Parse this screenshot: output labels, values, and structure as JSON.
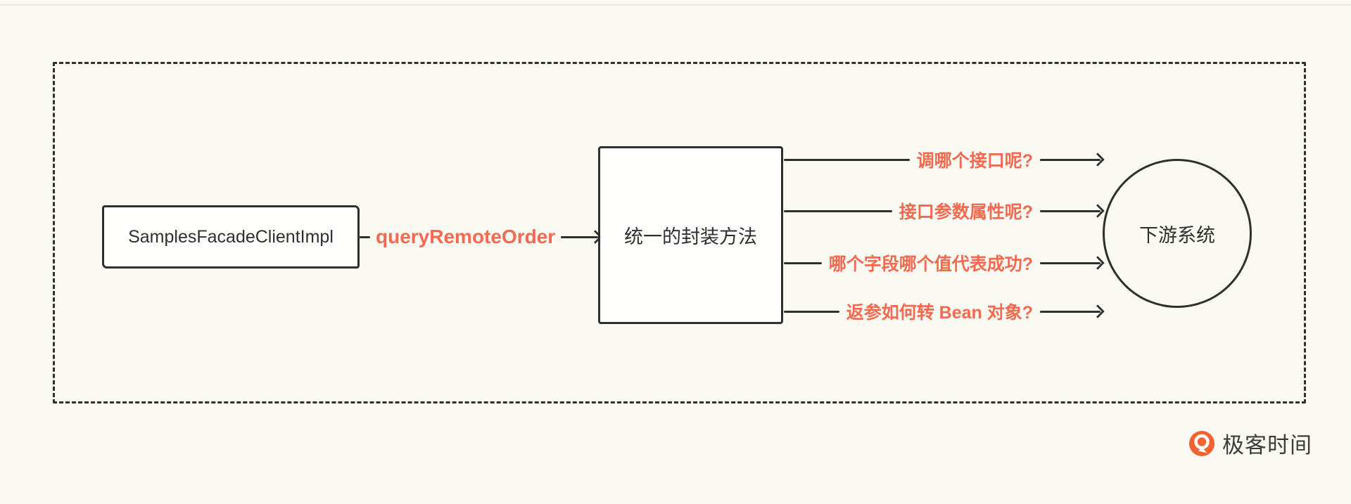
{
  "diagram": {
    "client_box_label": "SamplesFacadeClientImpl",
    "call_label": "queryRemoteOrder",
    "wrapper_box_label": "统一的封装方法",
    "questions": [
      "调哪个接口呢?",
      "接口参数属性呢?",
      "哪个字段哪个值代表成功?",
      "返参如何转 Bean 对象?"
    ],
    "downstream_label": "下游系统"
  },
  "branding": {
    "logo_text": "极客时间"
  },
  "colors": {
    "accent": "#f4694f",
    "stroke": "#2f2f2f",
    "background": "#fbfaf2",
    "logo_orange": "#f4622f"
  }
}
